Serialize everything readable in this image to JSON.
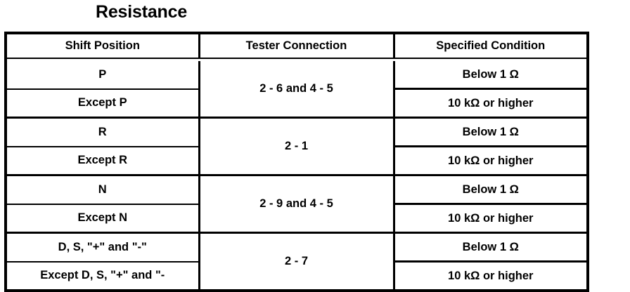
{
  "page": {
    "title": "Resistance"
  },
  "table": {
    "headers": [
      "Shift Position",
      "Tester Connection",
      "Specified Condition"
    ],
    "groups": [
      {
        "tester_connection": "2 - 6 and 4 - 5",
        "rows": [
          {
            "shift_position": "P",
            "specified_condition": "Below 1 Ω"
          },
          {
            "shift_position": "Except P",
            "specified_condition": "10 kΩ or higher"
          }
        ]
      },
      {
        "tester_connection": "2 - 1",
        "rows": [
          {
            "shift_position": "R",
            "specified_condition": "Below 1 Ω"
          },
          {
            "shift_position": "Except R",
            "specified_condition": "10 kΩ or higher"
          }
        ]
      },
      {
        "tester_connection": "2 - 9 and 4 - 5",
        "rows": [
          {
            "shift_position": "N",
            "specified_condition": "Below 1 Ω"
          },
          {
            "shift_position": "Except N",
            "specified_condition": "10 kΩ or higher"
          }
        ]
      },
      {
        "tester_connection": "2 - 7",
        "rows": [
          {
            "shift_position": "D, S, \"+\" and \"-\"",
            "specified_condition": "Below 1 Ω"
          },
          {
            "shift_position": "Except D, S, \"+\" and \"-",
            "specified_condition": "10 kΩ or higher"
          }
        ]
      }
    ]
  },
  "colors": {
    "ink": "#000000",
    "background": "#ffffff"
  }
}
